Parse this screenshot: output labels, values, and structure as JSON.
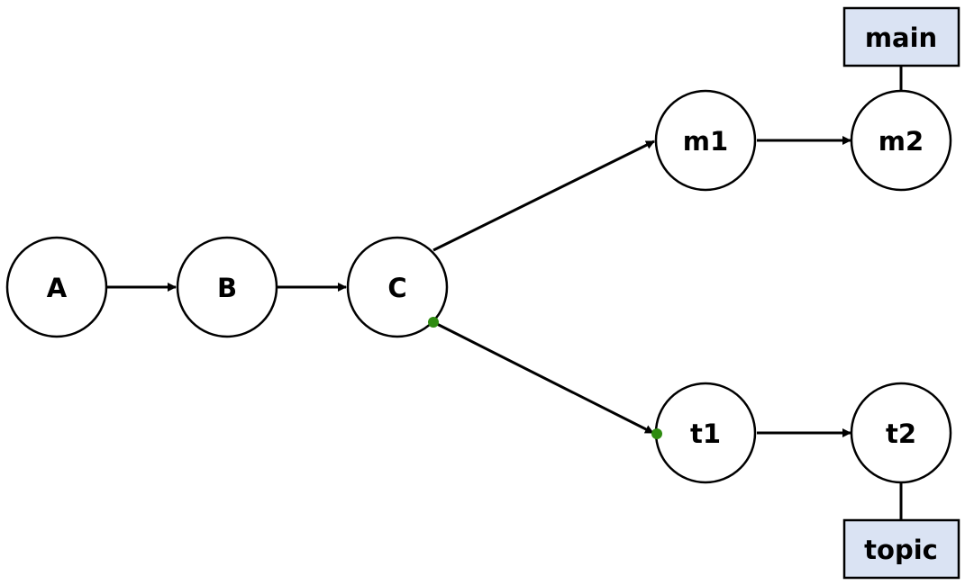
{
  "diagram": {
    "nodes": [
      {
        "id": "A",
        "label": "A"
      },
      {
        "id": "B",
        "label": "B"
      },
      {
        "id": "C",
        "label": "C"
      },
      {
        "id": "m1",
        "label": "m1"
      },
      {
        "id": "m2",
        "label": "m2"
      },
      {
        "id": "t1",
        "label": "t1"
      },
      {
        "id": "t2",
        "label": "t2"
      }
    ],
    "edges": [
      {
        "from": "A",
        "to": "B"
      },
      {
        "from": "B",
        "to": "C"
      },
      {
        "from": "C",
        "to": "m1"
      },
      {
        "from": "m1",
        "to": "m2"
      },
      {
        "from": "C",
        "to": "t1"
      },
      {
        "from": "t1",
        "to": "t2"
      }
    ],
    "branch_labels": [
      {
        "name": "main",
        "points_to": "m2"
      },
      {
        "name": "topic",
        "points_to": "t2"
      }
    ],
    "colors": {
      "label_fill": "#dae3f3",
      "connection_dot": "#2e8b10"
    }
  }
}
